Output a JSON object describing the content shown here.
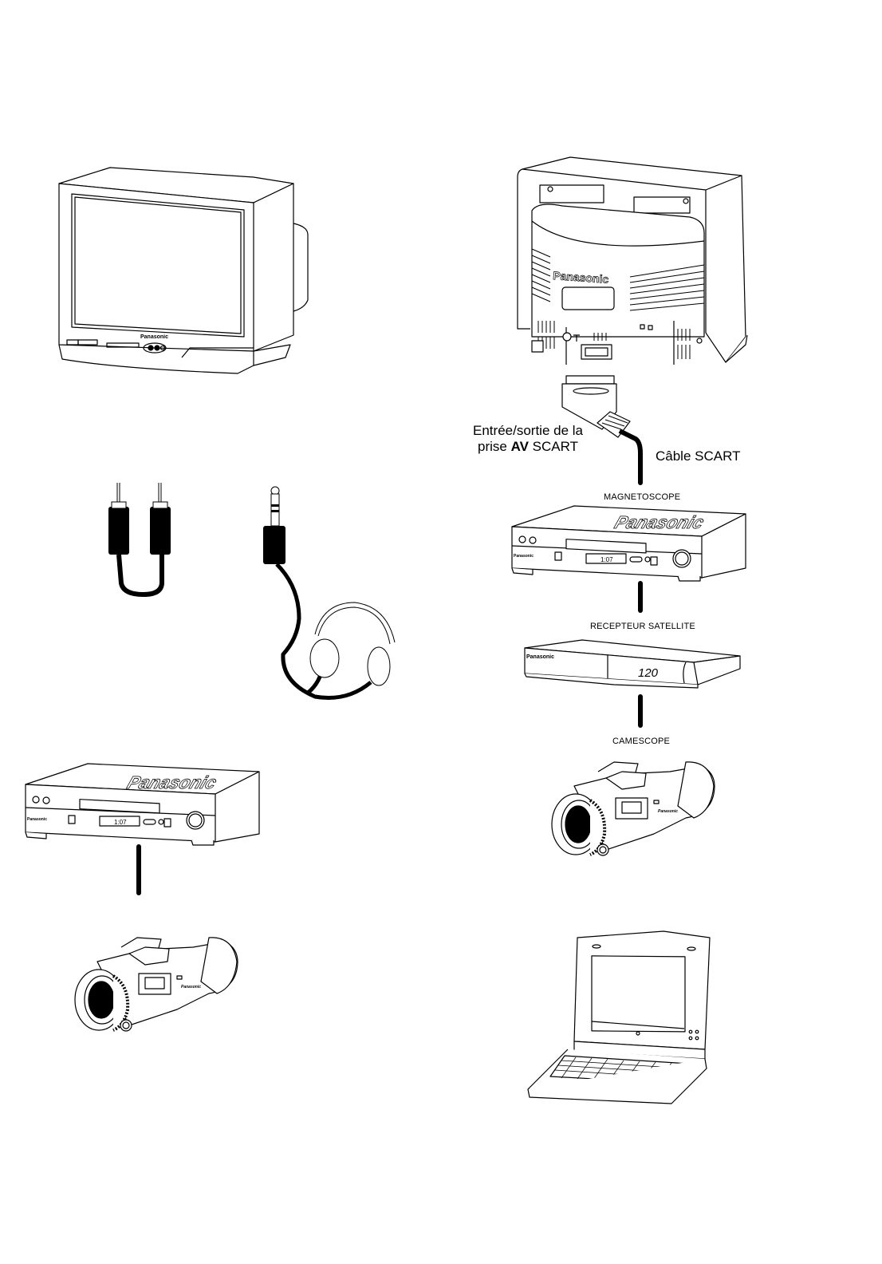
{
  "page": {
    "description": "Panasonic TV connection diagram page"
  },
  "left_column": {
    "tv_front": {
      "brand": "Panasonic"
    },
    "vcr": {
      "brand": "Panasonic",
      "display": "1:07"
    },
    "camcorder": {
      "brand": "Panasonic"
    }
  },
  "right_column": {
    "tv_rear": {
      "brand": "Panasonic"
    },
    "scart_label_line1": "Entrée/sortie de la",
    "scart_label_line2_prefix": "prise ",
    "scart_label_line2_bold": "AV",
    "scart_label_line2_suffix": " SCART",
    "cable_label": "Câble SCART",
    "devices": [
      {
        "label": "MAGNETOSCOPE",
        "brand": "Panasonic",
        "display": "1:07"
      },
      {
        "label": "RECEPTEUR SATELLITE",
        "brand": "Panasonic",
        "display": "120"
      },
      {
        "label": "CAMESCOPE",
        "brand": "Panasonic"
      }
    ]
  }
}
